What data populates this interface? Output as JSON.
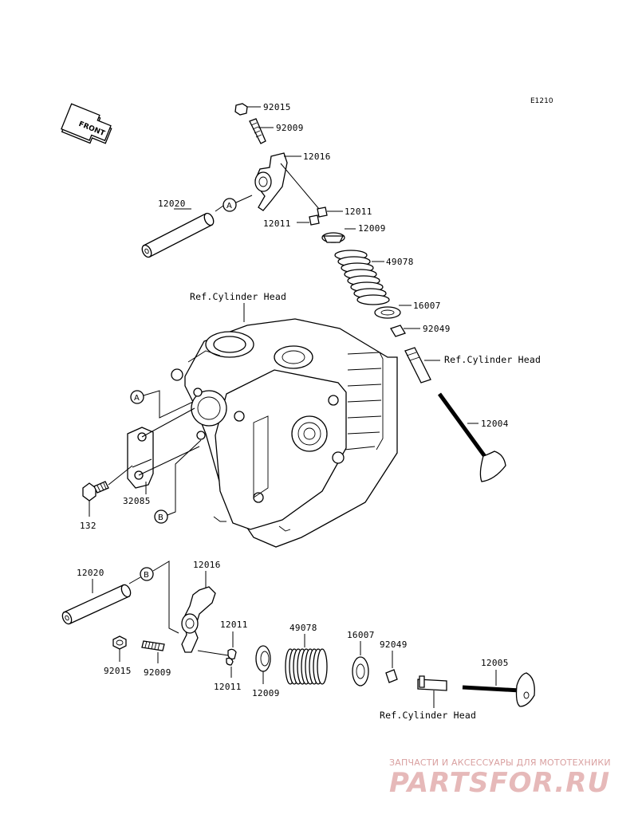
{
  "diagram_code": "E1210",
  "front_label": "FRONT",
  "refs": {
    "cylinder_head_top": "Ref.Cylinder Head",
    "cylinder_head_right": "Ref.Cylinder Head",
    "cylinder_head_bottom": "Ref.Cylinder Head"
  },
  "callouts": {
    "a": "A",
    "b": "B"
  },
  "parts_upper": {
    "p92015": "92015",
    "p92009": "92009",
    "p12016": "12016",
    "p12020": "12020",
    "p12011_right": "12011",
    "p12011_left": "12011",
    "p12009": "12009",
    "p49078": "49078",
    "p16007": "16007",
    "p92049": "92049",
    "p12004": "12004"
  },
  "parts_middle": {
    "p32085": "32085",
    "p132": "132"
  },
  "parts_lower": {
    "p12020": "12020",
    "p12016": "12016",
    "p12011_top": "12011",
    "p12011_bottom": "12011",
    "p92015": "92015",
    "p92009": "92009",
    "p12009": "12009",
    "p49078": "49078",
    "p16007": "16007",
    "p92049": "92049",
    "p12005": "12005"
  },
  "watermark": {
    "subtitle": "ЗАПЧАСТИ И АКСЕССУАРЫ ДЛЯ МОТОТЕХНИКИ",
    "logo": "PARTSFOR.RU",
    "color": "#e6b9b9"
  }
}
